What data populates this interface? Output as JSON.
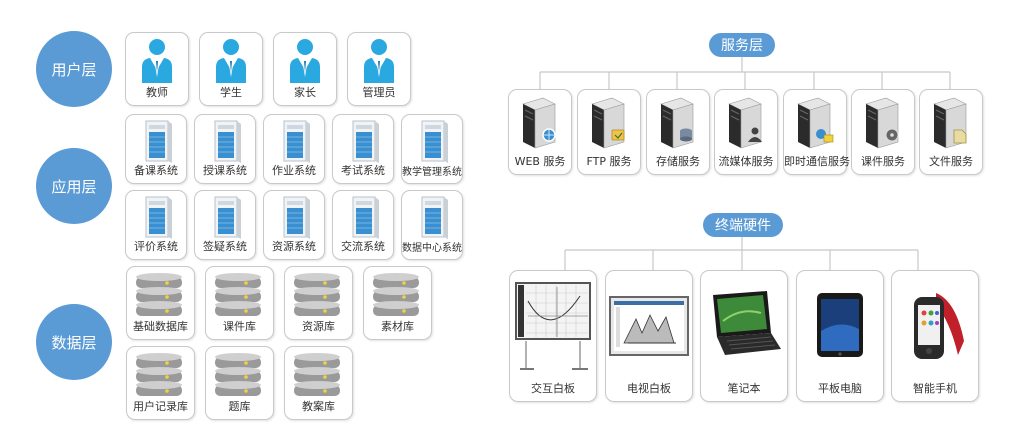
{
  "layers": {
    "user": "用户层",
    "app": "应用层",
    "data": "数据层"
  },
  "users": [
    "教师",
    "学生",
    "家长",
    "管理员"
  ],
  "apps_row1": [
    "备课系统",
    "授课系统",
    "作业系统",
    "考试系统",
    "教学管理系统"
  ],
  "apps_row2": [
    "评价系统",
    "签疑系统",
    "资源系统",
    "交流系统",
    "数据中心系统"
  ],
  "db_row1": [
    "基础数据库",
    "课件库",
    "资源库",
    "素材库"
  ],
  "db_row2": [
    "用户记录库",
    "题库",
    "教案库"
  ],
  "services": {
    "title": "服务层",
    "items": [
      "WEB 服务",
      "FTP 服务",
      "存储服务",
      "流媒体服务",
      "即时通信服务",
      "课件服务",
      "文件服务"
    ]
  },
  "terminals": {
    "title": "终端硬件",
    "items": [
      "交互白板",
      "电视白板",
      "笔记本",
      "平板电脑",
      "智能手机"
    ]
  },
  "colors": {
    "accent": "#5b9bd5",
    "user_icon": "#2aa8e0",
    "server_blue": "#3a8fd0",
    "disk_gray": "#9a9a9a",
    "led": "#f2d23a"
  }
}
